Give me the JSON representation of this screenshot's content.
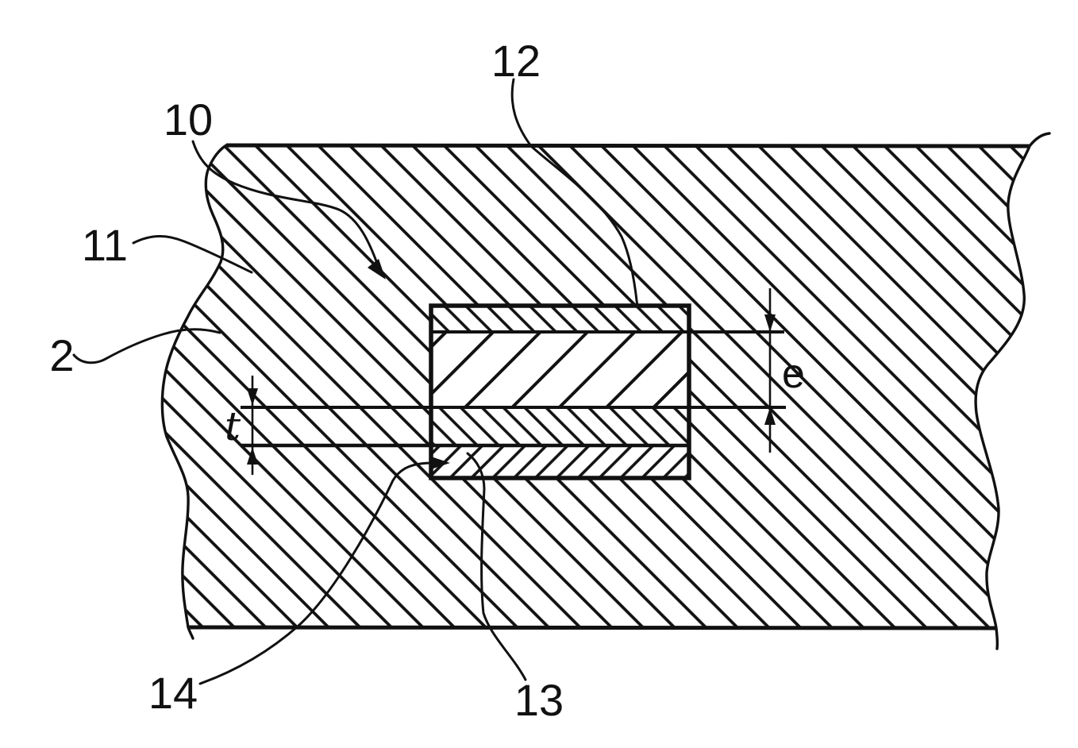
{
  "figure": {
    "type": "patent-cross-section-diagram",
    "reference_labels": {
      "r10": "10",
      "r11": "11",
      "r2": "2",
      "r12": "12",
      "r13": "13",
      "r14": "14"
    },
    "dimension_labels": {
      "e": "e",
      "t": "t"
    },
    "colors": {
      "ink": "#111111",
      "paper": "#ffffff"
    }
  }
}
